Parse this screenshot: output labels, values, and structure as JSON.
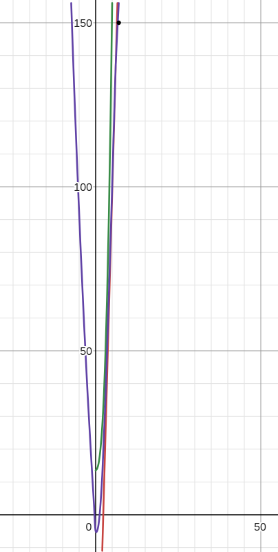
{
  "chart_data": {
    "type": "line",
    "title": "",
    "xlabel": "",
    "ylabel": "",
    "xlim": [
      -28,
      54
    ],
    "ylim": [
      -11,
      156
    ],
    "x_ticks_labeled": [
      "0",
      "50"
    ],
    "y_ticks_labeled": [
      "50",
      "100",
      "150"
    ],
    "grid": true,
    "legend": "none",
    "series": [
      {
        "color": "#c74440",
        "kind": "line",
        "x": [
          2,
          6.6
        ],
        "y": [
          -11,
          156
        ]
      },
      {
        "color": "#388c46",
        "kind": "curve",
        "x": [
          0,
          0.5,
          1.0,
          1.5,
          2.0,
          2.5,
          3.0,
          3.5,
          4.0,
          4.5,
          5.0
        ],
        "y": [
          13.5,
          14.2,
          16.3,
          20.5,
          27,
          36.5,
          50,
          68,
          91,
          120,
          156
        ]
      },
      {
        "color": "#6042a6",
        "kind": "curve",
        "x": [
          -7.4,
          -6.5,
          -5.5,
          -4.5,
          -3.5,
          -2.5,
          -1.5,
          -0.5,
          0,
          1,
          2,
          3,
          4,
          5,
          6,
          7
        ],
        "y": [
          156,
          130,
          104,
          80,
          58,
          38,
          20,
          3,
          -5,
          -2,
          12,
          36,
          67,
          100,
          135,
          156
        ]
      }
    ],
    "points": [
      {
        "x": 7,
        "y": 150,
        "color": "#000000"
      }
    ]
  }
}
